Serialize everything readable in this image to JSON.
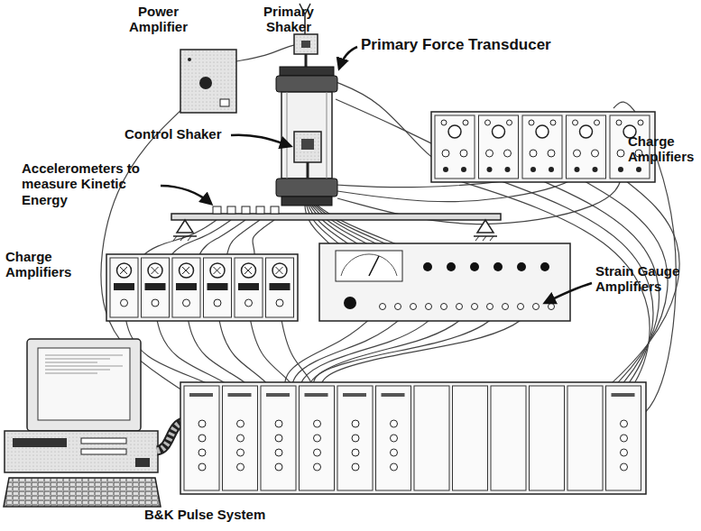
{
  "diagram": {
    "labels": [
      "Power Amplifier",
      "Primary Shaker",
      "Primary Force Transducer",
      "Charge Amplifiers",
      "Control Shaker",
      "Accelerometers to measure Kinetic Energy",
      "Charge Amplifiers",
      "Strain Gauge Amplifiers",
      "B&K Pulse System"
    ]
  }
}
